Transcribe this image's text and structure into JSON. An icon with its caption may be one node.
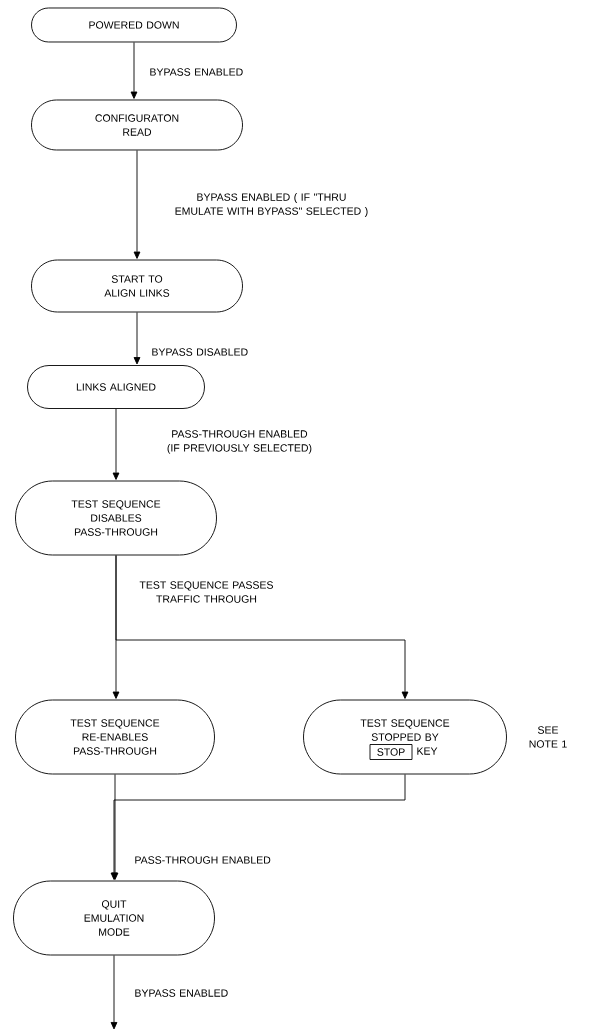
{
  "diagram": {
    "nodes": [
      {
        "text": [
          "POWERED DOWN"
        ]
      },
      {
        "text": [
          "CONFIGURATON READ"
        ]
      },
      {
        "text": [
          "START TO ALIGN LINKS"
        ]
      },
      {
        "text": [
          "LINKS ALIGNED"
        ]
      },
      {
        "text": [
          "TEST SEQUENCE DISABLES PASS-THROUGH"
        ]
      },
      {
        "text": [
          "TEST SEQUENCE RE-ENABLES PASS-THROUGH"
        ]
      },
      {
        "text": [
          "TEST SEQUENCE STOPPED BY",
          "KEY"
        ],
        "beside": [
          "SEE NOTE 1"
        ]
      },
      {
        "text": [
          "STOP"
        ],
        "in": 6
      },
      {
        "text": [
          "QUIT EMULATION MODE"
        ]
      }
    ],
    "edges": [
      {
        "from": 0,
        "to": 1,
        "arrow": "to",
        "label": "BYPASS ENABLED"
      },
      {
        "from": 1,
        "to": 2,
        "arrow": "to",
        "label": "BYPASS ENABLED ( IF \"THRU EMULATE WITH BYPASS\" SELECTED )"
      },
      {
        "from": 2,
        "to": 3,
        "arrow": "to",
        "label": "BYPASS DISABLED"
      },
      {
        "from": 3,
        "to": 4,
        "arrow": "to",
        "label": "PASS-THROUGH ENABLED (IF PREVIOUSLY SELECTED)"
      },
      {
        "from": 4,
        "to": 5,
        "arrow": "to",
        "label": "TEST SEQUENCE PASSES TRAFFIC THROUGH"
      },
      {
        "from": 4,
        "to": 6,
        "arrow": "to"
      },
      {
        "from": 5,
        "to": 8,
        "arrow": "to",
        "label": "PASS-THROUGH ENABLED"
      },
      {
        "from": 6,
        "to": 8,
        "arrow": "to"
      },
      {
        "from": 8,
        "to": null,
        "arrow": "to",
        "label": "BYPASS ENABLED"
      }
    ]
  }
}
